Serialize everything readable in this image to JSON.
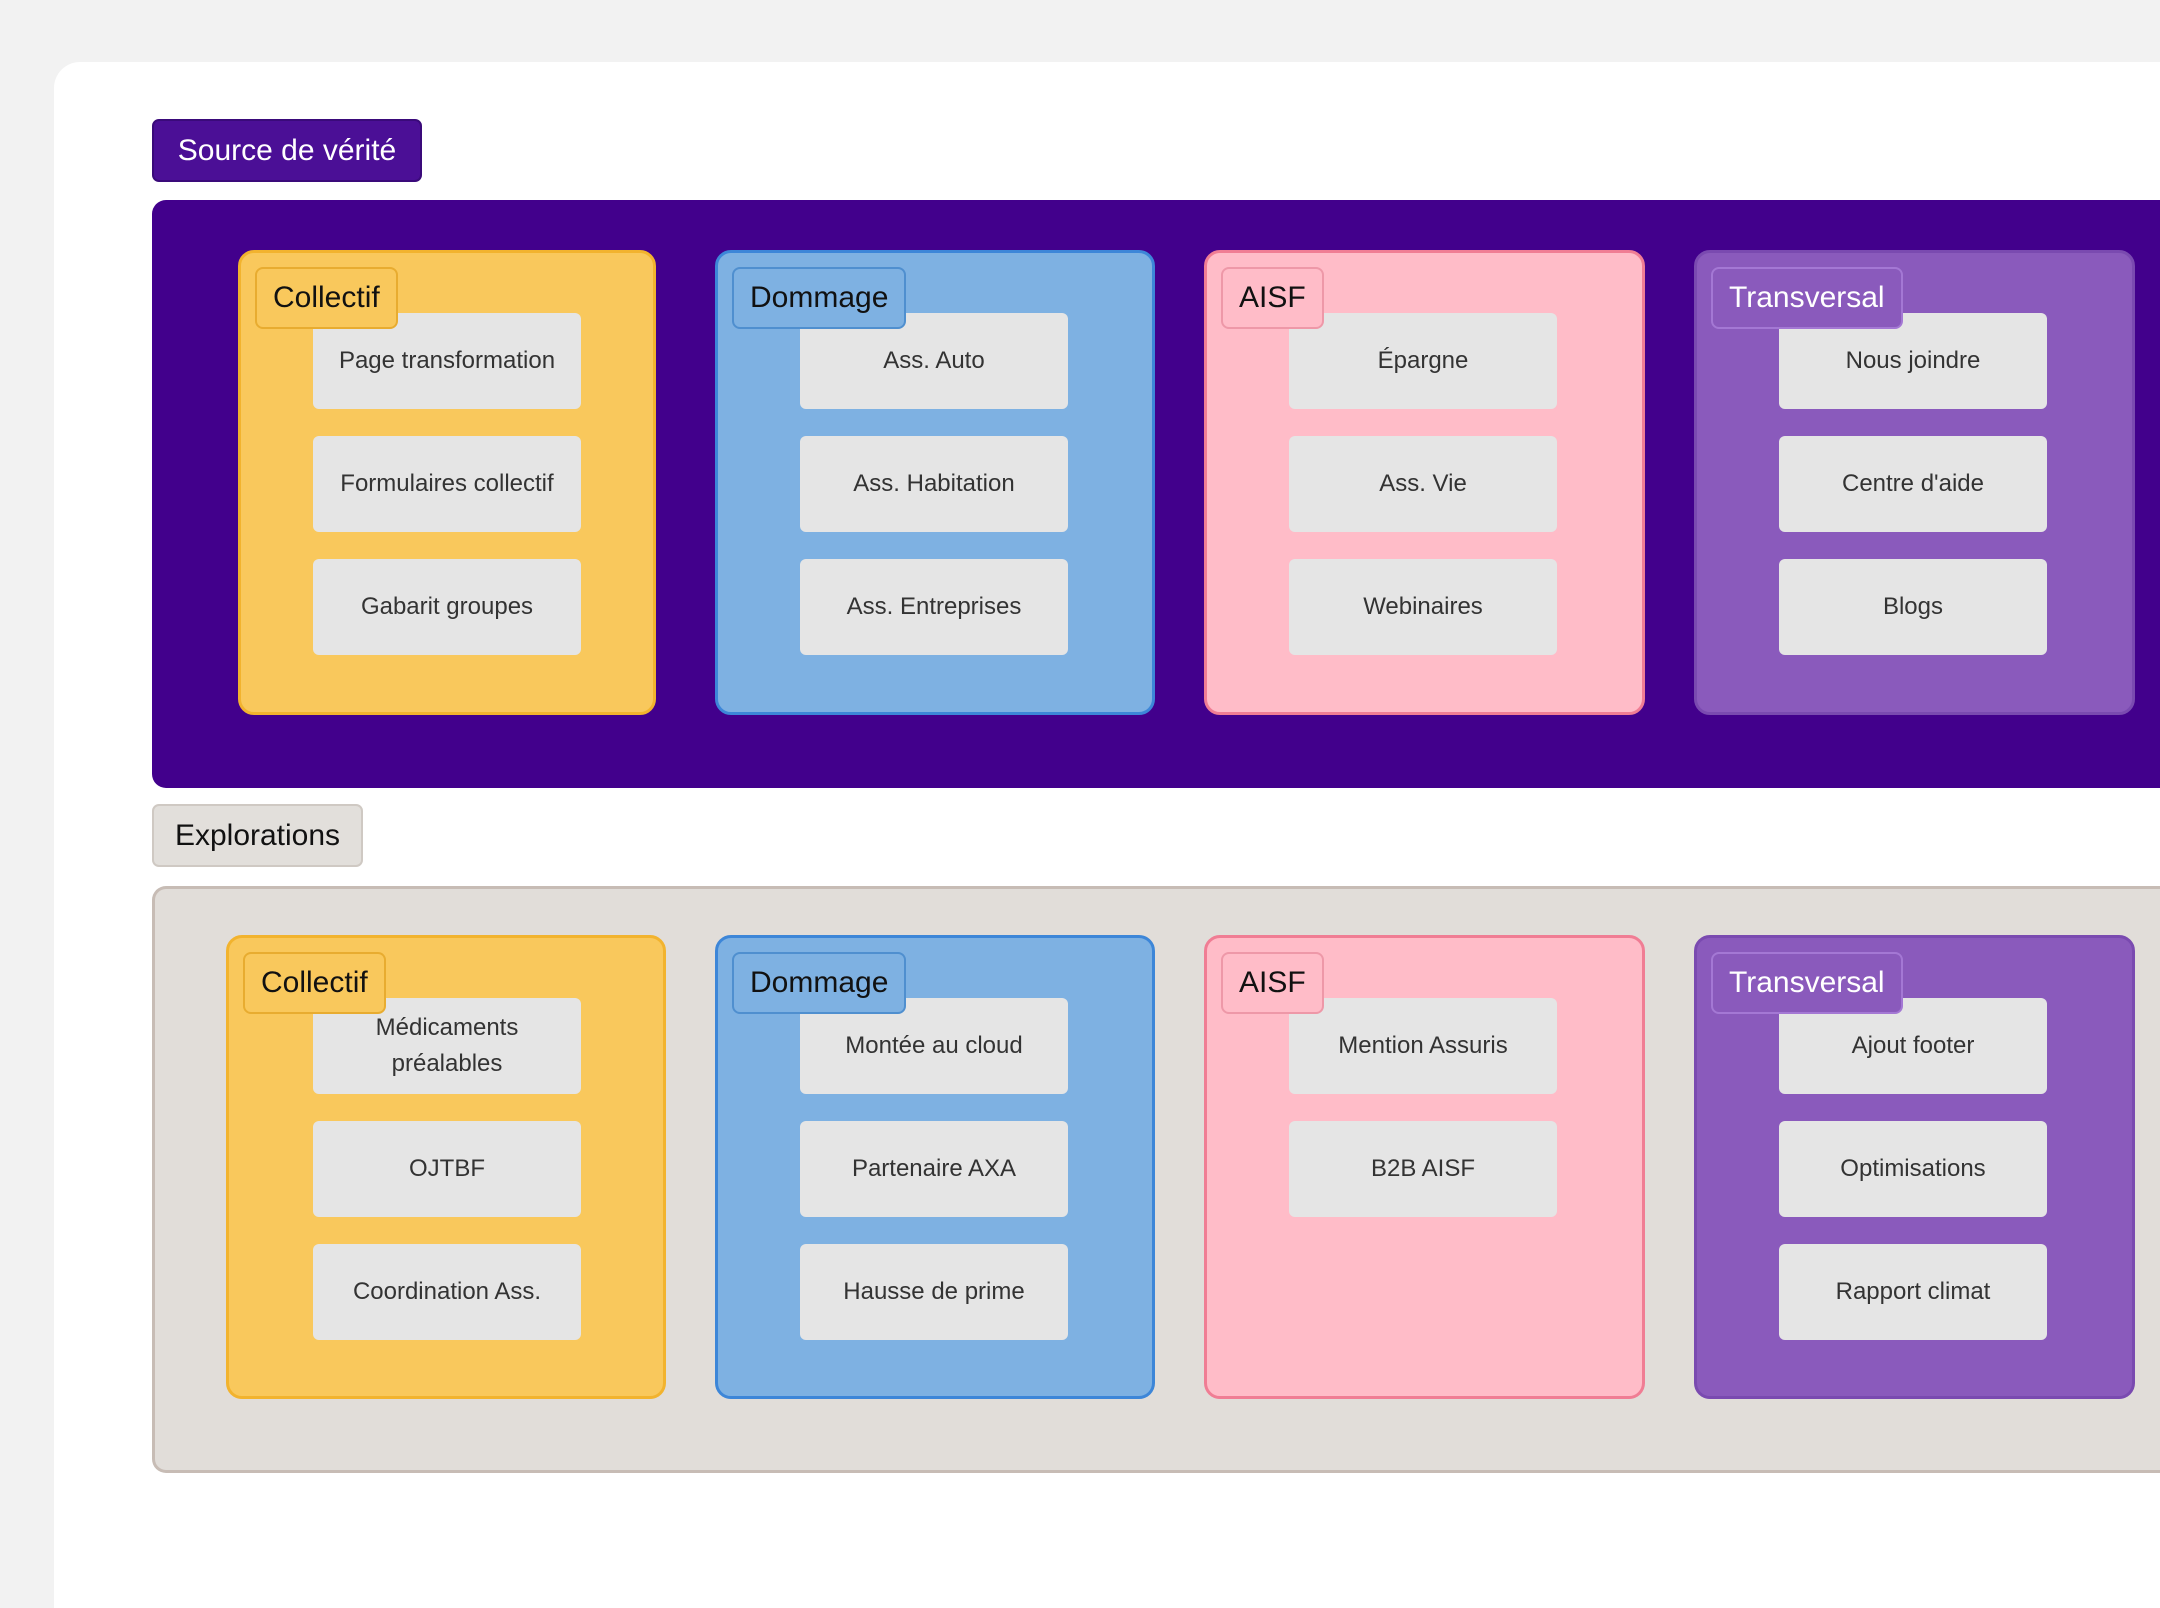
{
  "sections": {
    "source": {
      "label": "Source de vérité",
      "groups": [
        {
          "title": "Collectif",
          "items": [
            "Page transformation",
            "Formulaires collectif",
            "Gabarit groupes"
          ]
        },
        {
          "title": "Dommage",
          "items": [
            "Ass. Auto",
            "Ass. Habitation",
            "Ass. Entreprises"
          ]
        },
        {
          "title": "AISF",
          "items": [
            "Épargne",
            "Ass. Vie",
            "Webinaires"
          ]
        },
        {
          "title": "Transversal",
          "items": [
            "Nous joindre",
            "Centre d'aide",
            "Blogs"
          ]
        }
      ]
    },
    "explorations": {
      "label": "Explorations",
      "groups": [
        {
          "title": "Collectif",
          "items": [
            "Médicaments préalables",
            "OJTBF",
            "Coordination Ass."
          ]
        },
        {
          "title": "Dommage",
          "items": [
            "Montée au cloud",
            "Partenaire AXA",
            "Hausse de prime"
          ]
        },
        {
          "title": "AISF",
          "items": [
            "Mention Assuris",
            "B2B AISF"
          ]
        },
        {
          "title": "Transversal",
          "items": [
            "Ajout footer",
            "Optimisations",
            "Rapport climat"
          ]
        }
      ]
    }
  },
  "colors": {
    "source_background": "#42008c",
    "explorations_background": "#e1ddd9",
    "collectif": "#f9c85c",
    "dommage": "#7eb1e2",
    "aisf": "#ffbcc8",
    "transversal": "#8a5abc",
    "card": "#e5e5e5"
  }
}
